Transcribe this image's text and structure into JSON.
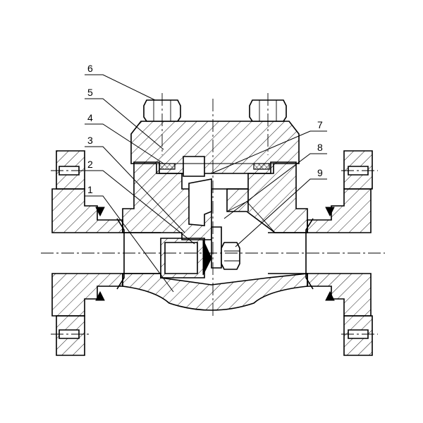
{
  "callouts": [
    {
      "id": "c1",
      "label": "1"
    },
    {
      "id": "c2",
      "label": "2"
    },
    {
      "id": "c3",
      "label": "3"
    },
    {
      "id": "c4",
      "label": "4"
    },
    {
      "id": "c5",
      "label": "5"
    },
    {
      "id": "c6",
      "label": "6"
    },
    {
      "id": "c7",
      "label": "7"
    },
    {
      "id": "c8",
      "label": "8"
    },
    {
      "id": "c9",
      "label": "9"
    }
  ]
}
